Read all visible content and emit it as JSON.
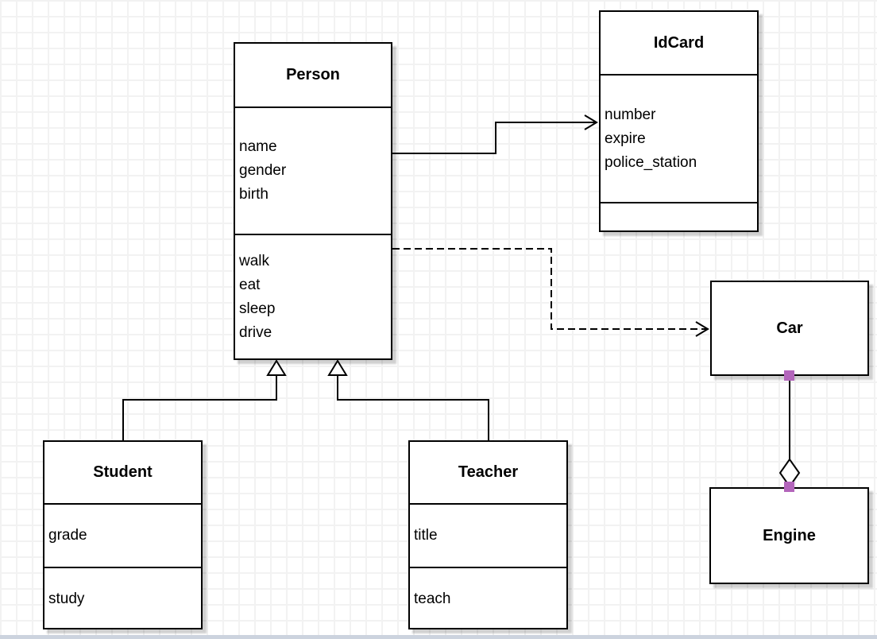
{
  "classes": {
    "person": {
      "name": "Person",
      "attributes": [
        "name",
        "gender",
        "birth"
      ],
      "methods": [
        "walk",
        "eat",
        "sleep",
        "drive"
      ]
    },
    "idcard": {
      "name": "IdCard",
      "attributes": [
        "number",
        "expire",
        "police_station"
      ],
      "methods": []
    },
    "car": {
      "name": "Car",
      "attributes": [],
      "methods": []
    },
    "engine": {
      "name": "Engine",
      "attributes": [],
      "methods": []
    },
    "student": {
      "name": "Student",
      "attributes": [
        "grade"
      ],
      "methods": [
        "study"
      ]
    },
    "teacher": {
      "name": "Teacher",
      "attributes": [
        "title"
      ],
      "methods": [
        "teach"
      ]
    }
  },
  "relationships": [
    {
      "type": "association",
      "from": "Person",
      "to": "IdCard",
      "line": "solid",
      "end": "open-arrow"
    },
    {
      "type": "dependency",
      "from": "Person",
      "to": "Car",
      "line": "dashed",
      "end": "open-arrow"
    },
    {
      "type": "generalization",
      "from": "Student",
      "to": "Person",
      "line": "solid",
      "end": "hollow-triangle"
    },
    {
      "type": "generalization",
      "from": "Teacher",
      "to": "Person",
      "line": "solid",
      "end": "hollow-triangle"
    },
    {
      "type": "aggregation",
      "from": "Car",
      "to": "Engine",
      "line": "solid",
      "end": "hollow-diamond"
    }
  ],
  "colors": {
    "line": "#000000",
    "shape_fill": "#ffffff",
    "text": "#000000",
    "grid_line": "#f2f2f2",
    "connection_point": "#b365bb",
    "canvas_edge_strip": "#ccd3de"
  }
}
